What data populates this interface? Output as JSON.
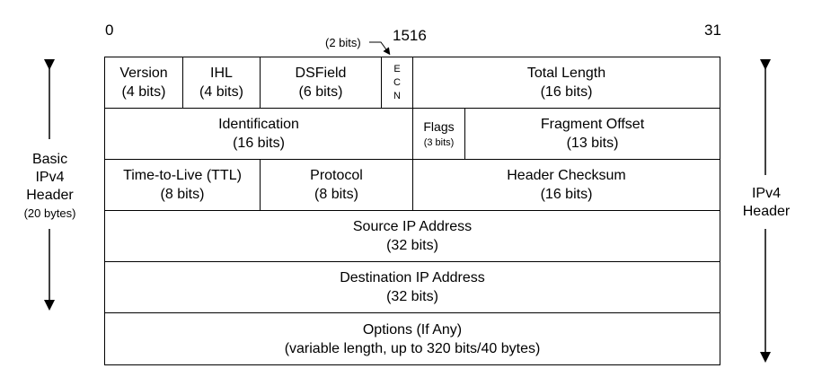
{
  "bit_labels": {
    "start": "0",
    "mid": "1516",
    "end": "31",
    "two_bits_note": "(2 bits)"
  },
  "left_label": {
    "line1": "Basic",
    "line2": "IPv4",
    "line3": "Header",
    "line4": "(20 bytes)"
  },
  "right_label": {
    "line1": "IPv4",
    "line2": "Header"
  },
  "rows": [
    [
      {
        "name": "Version",
        "size": "(4 bits)"
      },
      {
        "name": "IHL",
        "size": "(4 bits)"
      },
      {
        "name": "DSField",
        "size": "(6 bits)"
      },
      {
        "e": "E",
        "c": "C",
        "n": "N"
      },
      {
        "name": "Total Length",
        "size": "(16 bits)"
      }
    ],
    [
      {
        "name": "Identification",
        "size": "(16 bits)"
      },
      {
        "name": "Flags",
        "size": "(3 bits)"
      },
      {
        "name": "Fragment Offset",
        "size": "(13 bits)"
      }
    ],
    [
      {
        "name": "Time-to-Live (TTL)",
        "size": "(8 bits)"
      },
      {
        "name": "Protocol",
        "size": "(8 bits)"
      },
      {
        "name": "Header Checksum",
        "size": "(16 bits)"
      }
    ],
    [
      {
        "name": "Source IP Address",
        "size": "(32  bits)"
      }
    ],
    [
      {
        "name": "Destination IP Address",
        "size": "(32 bits)"
      }
    ],
    [
      {
        "name": "Options (If Any)",
        "size": "(variable length, up to 320 bits/40 bytes)"
      }
    ]
  ]
}
